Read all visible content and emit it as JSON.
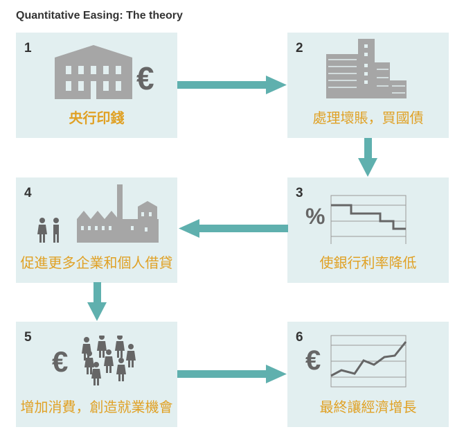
{
  "title": "Quantitative Easing: The theory",
  "colors": {
    "box_bg": "#e2eff0",
    "arrow": "#5fb0ae",
    "label": "#e0a125",
    "icon": "#a6a6a6"
  },
  "steps": [
    {
      "number": "1",
      "label": "央行印錢",
      "icon": "central-bank-euro-icon"
    },
    {
      "number": "2",
      "label": "處理壞賬，買國債",
      "icon": "office-buildings-icon"
    },
    {
      "number": "3",
      "label": "使銀行利率降低",
      "icon": "falling-rate-chart-icon",
      "symbol": "%"
    },
    {
      "number": "4",
      "label": "促進更多企業和個人借貸",
      "icon": "people-factory-icon"
    },
    {
      "number": "5",
      "label": "增加消費，創造就業機會",
      "icon": "euro-crowd-icon",
      "symbol": "€"
    },
    {
      "number": "6",
      "label": "最終讓經濟增長",
      "icon": "rising-growth-chart-icon",
      "symbol": "€"
    }
  ]
}
